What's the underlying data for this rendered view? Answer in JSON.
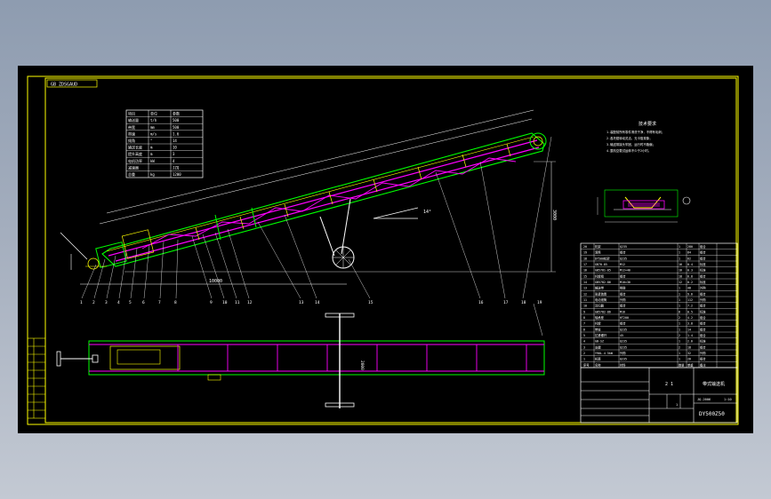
{
  "drawing": {
    "header_tag": "GB ZDSGAUD",
    "title_block": {
      "name_cn": "带式输送机",
      "drawing_no": "DY500Z50",
      "scale": "1:10",
      "code": "JQ-2006",
      "sheet": "1",
      "check_text": "2 1"
    },
    "angle_label": "14°",
    "dims": {
      "horizontal": "10000",
      "height": "3000",
      "width": "2000"
    },
    "callouts": [
      "1",
      "2",
      "3",
      "4",
      "5",
      "6",
      "7",
      "8",
      "9",
      "10",
      "11",
      "12",
      "13",
      "14",
      "15",
      "16",
      "17",
      "18",
      "19"
    ],
    "callout_group": "13 14 15 16",
    "tech_table_rows": [
      [
        "项目",
        "单位",
        "参数"
      ],
      [
        "输送量",
        "t/h",
        "500"
      ],
      [
        "带宽",
        "mm",
        "500"
      ],
      [
        "带速",
        "m/s",
        "1.6"
      ],
      [
        "倾角",
        "°",
        "14"
      ],
      [
        "输送长度",
        "m",
        "10"
      ],
      [
        "提升高度",
        "m",
        "3"
      ],
      [
        "电机功率",
        "kW",
        "4"
      ],
      [
        "减速器",
        "",
        "JZQ"
      ],
      [
        "总重",
        "kg",
        "1200"
      ]
    ],
    "tech_notes_title": "技术要求",
    "tech_notes": [
      "1.装配前所有零件清洗干净，不得有毛刺；",
      "2.各托辊转动灵活，无卡阻现象；",
      "3.输送带接头牢固，运行时不跑偏；",
      "4.整机空载试运转不少于2小时。"
    ],
    "bom_rows": [
      [
        "20",
        "机架",
        "Q235",
        "1",
        "280",
        "组合"
      ],
      [
        "19",
        "滚筒",
        "组合",
        "1",
        "84",
        "组合"
      ],
      [
        "18",
        "DY500机架",
        "Q235",
        "1",
        "62",
        "组合"
      ],
      [
        "17",
        "GB70-85",
        "M12",
        "16",
        "0.4",
        "标准"
      ],
      [
        "16",
        "GB5781-85",
        "M12×40",
        "16",
        "0.3",
        "标准"
      ],
      [
        "15",
        "托辊组",
        "组合",
        "18",
        "6.8",
        "组合"
      ],
      [
        "14",
        "GB5782-86",
        "M10×30",
        "12",
        "0.2",
        "标准"
      ],
      [
        "13",
        "输送带",
        "橡胶",
        "1",
        "48",
        "外购"
      ],
      [
        "12",
        "张紧装置",
        "组合",
        "1",
        "9.6",
        "组合"
      ],
      [
        "11",
        "电动滚筒",
        "外购",
        "1",
        "112",
        "外购"
      ],
      [
        "10",
        "清扫器",
        "组合",
        "1",
        "7.2",
        "组合"
      ],
      [
        "9",
        "GB5782-86",
        "M16",
        "8",
        "0.5",
        "标准"
      ],
      [
        "8",
        "轴承座",
        "HT200",
        "2",
        "4.2",
        "组合"
      ],
      [
        "7",
        "托辊",
        "组合",
        "1",
        "3.8",
        "组合"
      ],
      [
        "6",
        "带轮",
        "Q235",
        "1",
        "14",
        "组合"
      ],
      [
        "5",
        "拉紧螺杆",
        "45",
        "2",
        "1.4",
        "组合"
      ],
      [
        "4",
        "GB-SZ",
        "Q235",
        "1",
        "2.6",
        "标准"
      ],
      [
        "3",
        "支腿",
        "Q235",
        "2",
        "18",
        "组合"
      ],
      [
        "2",
        "Y90L-4 5kW",
        "外购",
        "1",
        "32",
        "外购"
      ],
      [
        "1",
        "机尾",
        "Q235",
        "1",
        "26",
        "组合"
      ]
    ],
    "bom_header": [
      "序号",
      "名称",
      "材料",
      "数量",
      "单重",
      "备注"
    ]
  }
}
